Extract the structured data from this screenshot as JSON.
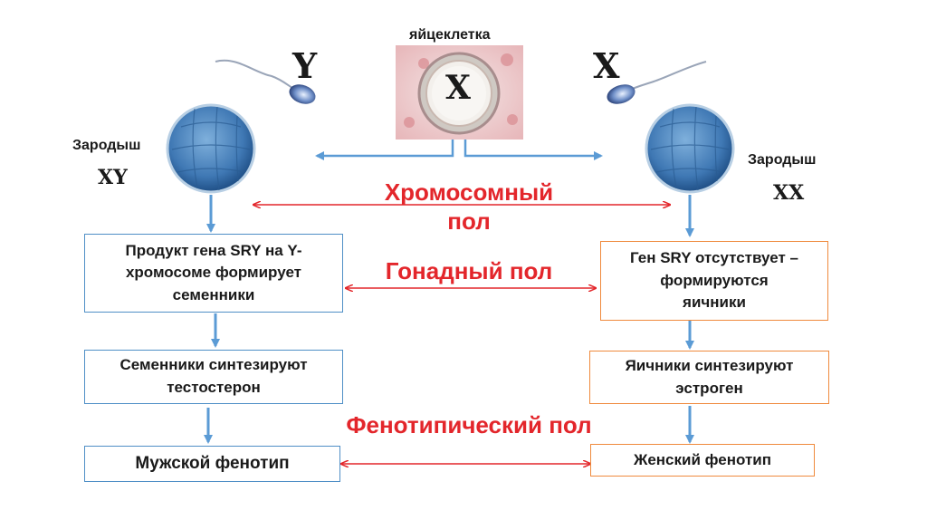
{
  "egg": {
    "caption": "яйцеклетка",
    "chromosome": "X"
  },
  "sperm_left": {
    "chromosome": "Y"
  },
  "sperm_right": {
    "chromosome": "X"
  },
  "embryo_left": {
    "label": "Зародыш",
    "karyotype": "XY"
  },
  "embryo_right": {
    "label": "Зародыш",
    "karyotype": "XX"
  },
  "levels": {
    "chromosomal": {
      "line1": "Хромосомный",
      "line2": "пол"
    },
    "gonadal": "Гонадный пол",
    "phenotypic": "Фенотипический пол"
  },
  "male": {
    "gonad": {
      "line1": "Продукт гена SRY на Y-",
      "line2": "хромосоме формирует",
      "line3": "семенники"
    },
    "hormone": {
      "line1": "Семенники синтезируют",
      "line2": "тестостерон"
    },
    "phenotype": "Мужской фенотип"
  },
  "female": {
    "gonad": {
      "line1": "Ген SRY отсутствует –",
      "line2": "формируются",
      "line3": "яичники"
    },
    "hormone": {
      "line1": "Яичники синтезируют",
      "line2": "эстроген"
    },
    "phenotype": "Женский фенотип"
  },
  "colors": {
    "blue_arrow": "#5b9bd5",
    "red_arrow": "#e3262b",
    "blue_border": "#4f8fc6",
    "orange_border": "#ef8a3d"
  }
}
